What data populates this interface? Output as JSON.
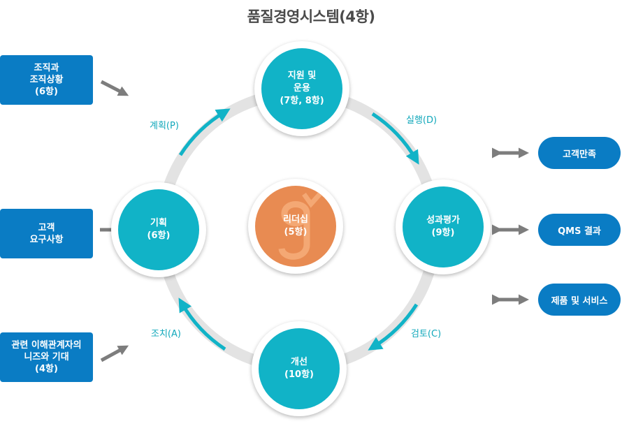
{
  "title": "품질경영시스템(4항)",
  "nodes": {
    "support": {
      "line1": "지원 및",
      "line2": "운용",
      "line3": "(7항, 8항)"
    },
    "plan": {
      "line1": "기획",
      "line2": "(6항)"
    },
    "evaluation": {
      "line1": "성과평가",
      "line2": "(9항)"
    },
    "improvement": {
      "line1": "개선",
      "line2": "(10항)"
    },
    "leadership": {
      "line1": "리더십",
      "line2": "(5항)"
    }
  },
  "cycle_labels": {
    "plan": "계획(P)",
    "do": "실행(D)",
    "check": "검토(C)",
    "act": "조치(A)"
  },
  "inputs": {
    "context": {
      "line1": "조직과",
      "line2": "조직상황",
      "line3": "(6항)"
    },
    "requirements": {
      "line1": "고객",
      "line2": "요구사항"
    },
    "stakeholders": {
      "line1": "관련 이해관계자의",
      "line2": "니즈와 기대",
      "line3": "(4항)"
    }
  },
  "outputs": {
    "satisfaction": "고객만족",
    "qms_results": "QMS 결과",
    "products": "제품 및 서비스"
  },
  "colors": {
    "teal": "#11b3c7",
    "blue": "#0a7cc4",
    "orange": "#e88b52",
    "ring": "#e3e3e3",
    "arrow_gray": "#7d7d7d"
  }
}
